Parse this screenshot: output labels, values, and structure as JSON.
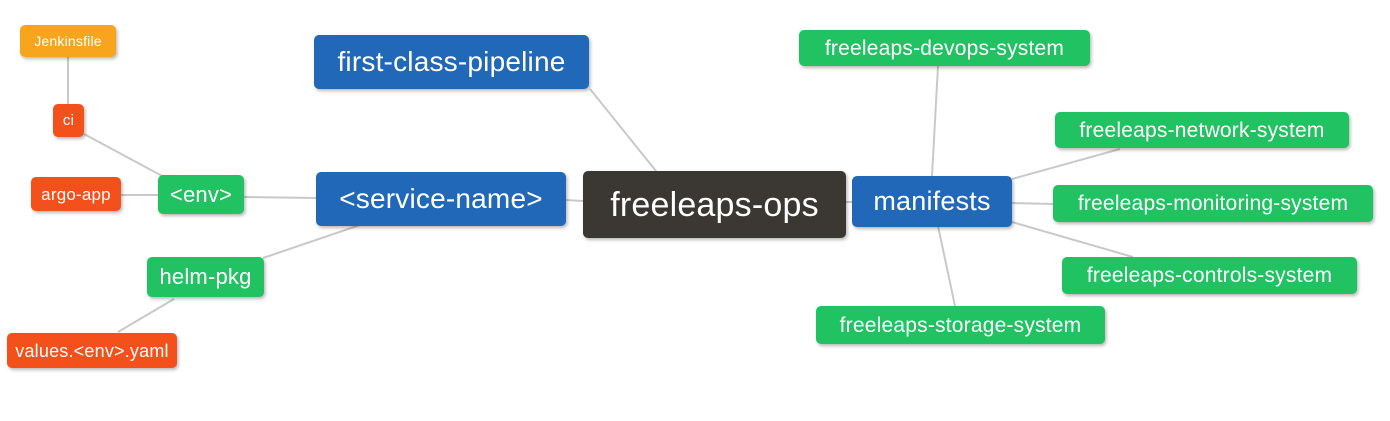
{
  "diagram": {
    "type": "mindmap",
    "root": "freeleaps-ops",
    "hierarchy": {
      "freeleaps-ops": {
        "first-class-pipeline": {},
        "<service-name>": {
          "<env>": {
            "ci": {
              "Jenkinsfile": {}
            },
            "argo-app": {}
          },
          "helm-pkg": {
            "values.<env>.yaml": {}
          }
        },
        "manifests": {
          "freeleaps-devops-system": {},
          "freeleaps-network-system": {},
          "freeleaps-monitoring-system": {},
          "freeleaps-controls-system": {},
          "freeleaps-storage-system": {}
        }
      }
    }
  },
  "colors": {
    "canvas_bg": "#ffffff",
    "text": "#ffffff",
    "edge": "#c9c9c9",
    "root_bg": "#3b3733",
    "branch_bg": "#2268b8",
    "leaf_green_bg": "#21c262",
    "leaf_red_bg": "#f4501c",
    "leaf_orange_bg": "#f8a51e"
  },
  "nodes": {
    "freeleaps_ops": {
      "label": "freeleaps-ops",
      "color": "dark"
    },
    "first_class_pipeline": {
      "label": "first-class-pipeline",
      "color": "blue"
    },
    "service_name": {
      "label": "<service-name>",
      "color": "blue"
    },
    "manifests": {
      "label": "manifests",
      "color": "blue"
    },
    "env": {
      "label": "<env>",
      "color": "green"
    },
    "helm_pkg": {
      "label": "helm-pkg",
      "color": "green"
    },
    "ci": {
      "label": "ci",
      "color": "red"
    },
    "argo_app": {
      "label": "argo-app",
      "color": "red"
    },
    "values_env_yaml": {
      "label": "values.<env>.yaml",
      "color": "red"
    },
    "jenkinsfile": {
      "label": "Jenkinsfile",
      "color": "orange"
    },
    "devops_system": {
      "label": "freeleaps-devops-system",
      "color": "green"
    },
    "network_system": {
      "label": "freeleaps-network-system",
      "color": "green"
    },
    "monitoring_system": {
      "label": "freeleaps-monitoring-system",
      "color": "green"
    },
    "controls_system": {
      "label": "freeleaps-controls-system",
      "color": "green"
    },
    "storage_system": {
      "label": "freeleaps-storage-system",
      "color": "green"
    }
  },
  "edges": [
    [
      "jenkinsfile",
      "ci"
    ],
    [
      "ci",
      "env"
    ],
    [
      "argo_app",
      "env"
    ],
    [
      "env",
      "service_name"
    ],
    [
      "service_name",
      "freeleaps_ops"
    ],
    [
      "first_class_pipeline",
      "freeleaps_ops"
    ],
    [
      "service_name",
      "helm_pkg"
    ],
    [
      "helm_pkg",
      "values_env_yaml"
    ],
    [
      "freeleaps_ops",
      "manifests"
    ],
    [
      "manifests",
      "devops_system"
    ],
    [
      "manifests",
      "network_system"
    ],
    [
      "manifests",
      "monitoring_system"
    ],
    [
      "manifests",
      "controls_system"
    ],
    [
      "manifests",
      "storage_system"
    ]
  ]
}
